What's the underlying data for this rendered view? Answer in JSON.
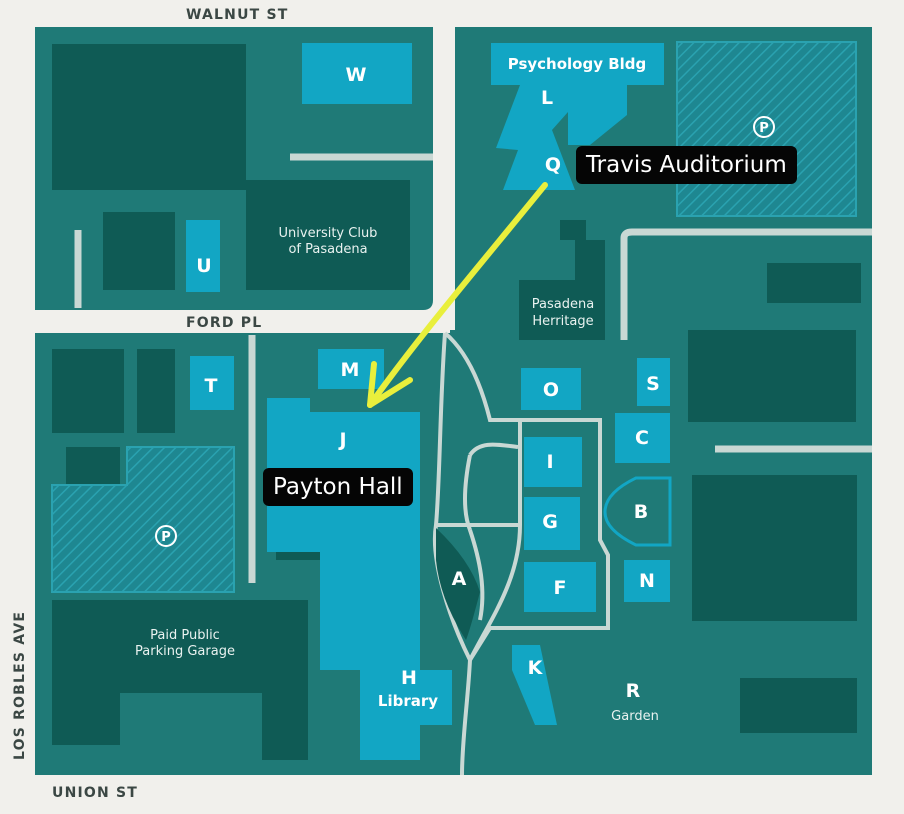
{
  "colors": {
    "background": "#f1f0ec",
    "block": "#1f7a77",
    "building_dark": "#0f5b55",
    "building_light": "#12a6c4",
    "path": "#c9d8d4",
    "arrow": "#e9ef3c",
    "callout_bg": "#050505"
  },
  "streets": {
    "walnut": "WALNUT ST",
    "ford": "FORD PL",
    "union": "UNION ST",
    "los_robles": "LOS ROBLES AVE"
  },
  "buildings": {
    "W": "W",
    "U": "U",
    "T": "T",
    "M": "M",
    "J": "J",
    "L": "L",
    "Q": "Q",
    "O": "O",
    "I": "I",
    "G": "G",
    "F": "F",
    "A": "A",
    "K": "K",
    "S": "S",
    "C": "C",
    "B": "B",
    "N": "N",
    "H": "H",
    "R": "R"
  },
  "names": {
    "psychology": "Psychology Bldg",
    "library": "Library",
    "garden": "Garden",
    "club_line1": "University Club",
    "club_line2": "of Pasadena",
    "heritage_line1": "Pasadena",
    "heritage_line2": "Herritage",
    "garage_line1": "Paid Public",
    "garage_line2": "Parking Garage"
  },
  "parking": {
    "symbol": "P"
  },
  "callouts": {
    "from": "Travis Auditorium",
    "to": "Payton Hall"
  },
  "route": {
    "from_building": "Q",
    "to_building": "J"
  }
}
